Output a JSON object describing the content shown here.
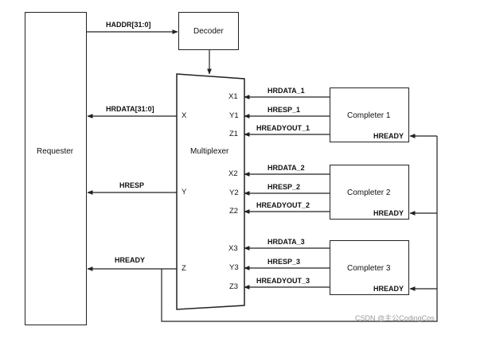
{
  "requester": {
    "label": "Requester"
  },
  "decoder": {
    "label": "Decoder"
  },
  "multiplexer": {
    "label": "Multiplexer",
    "out_ports": {
      "x": "X",
      "y": "Y",
      "z": "Z"
    },
    "in_ports": [
      "X1",
      "Y1",
      "Z1",
      "X2",
      "Y2",
      "Z2",
      "X3",
      "Y3",
      "Z3"
    ]
  },
  "signals": {
    "haddr": "HADDR[31:0]",
    "hrdata": "HRDATA[31:0]",
    "hresp": "HRESP",
    "hready": "HREADY"
  },
  "completers": [
    {
      "label": "Completer 1",
      "ready": "HREADY",
      "signals": [
        "HRDATA_1",
        "HRESP_1",
        "HREADYOUT_1"
      ]
    },
    {
      "label": "Completer 2",
      "ready": "HREADY",
      "signals": [
        "HRDATA_2",
        "HRESP_2",
        "HREADYOUT_2"
      ]
    },
    {
      "label": "Completer 3",
      "ready": "HREADY",
      "signals": [
        "HRDATA_3",
        "HRESP_3",
        "HREADYOUT_3"
      ]
    }
  ],
  "watermark": "CSDN @主公CodingCos"
}
